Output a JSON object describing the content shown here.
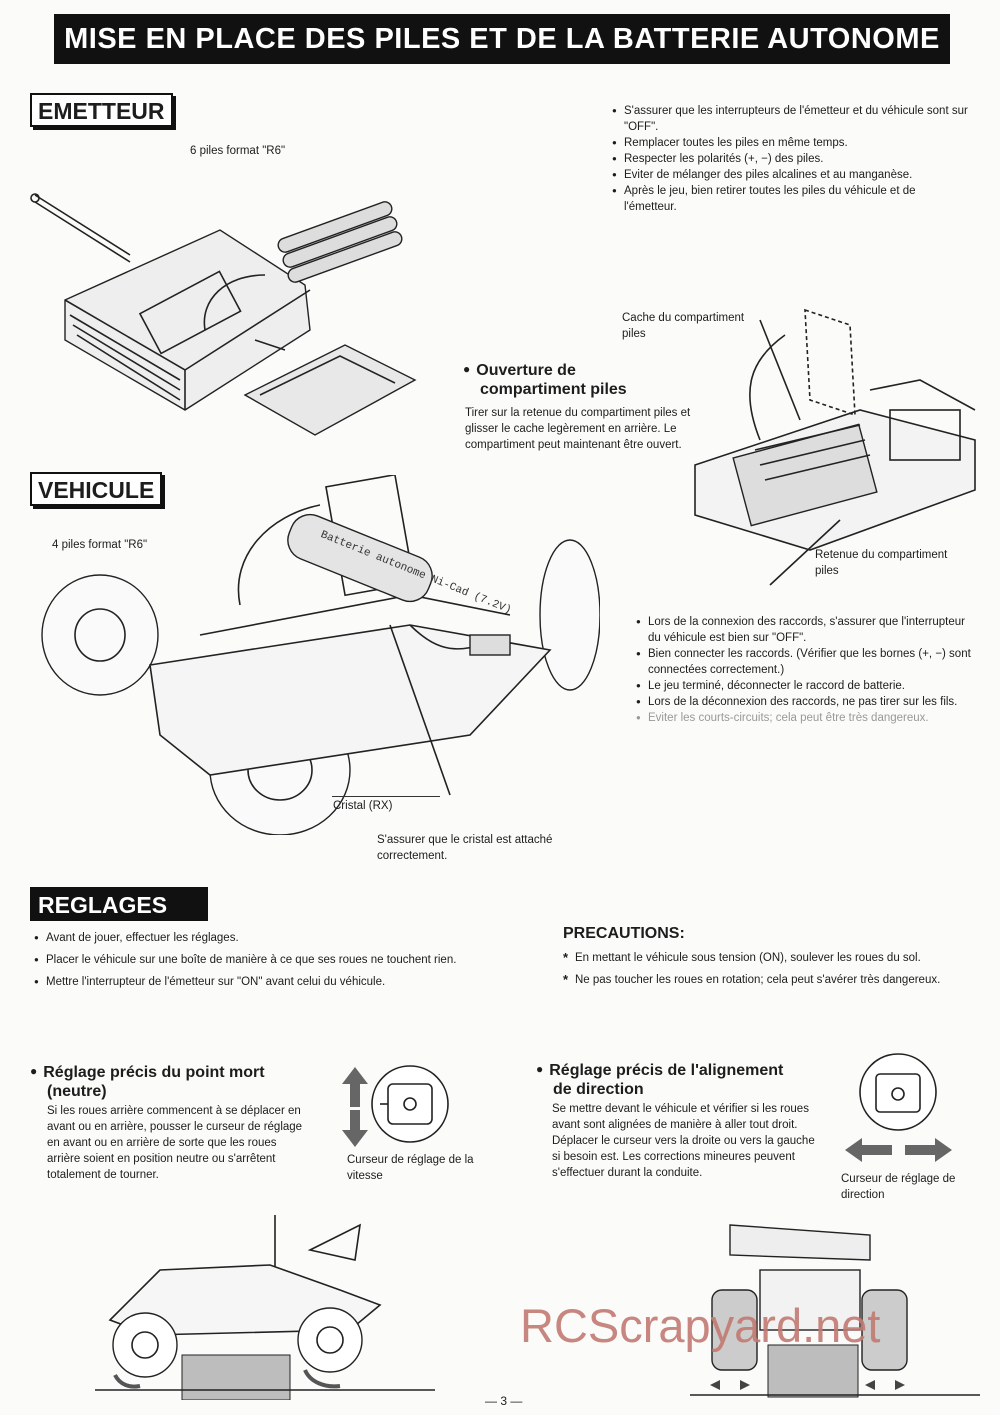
{
  "title": "MISE EN PLACE DES PILES ET DE LA BATTERIE AUTONOME",
  "emetteur": {
    "heading": "EMETTEUR",
    "caption": "6 piles format \"R6\"",
    "notes": [
      "S'assurer que les interrupteurs de l'émetteur et du véhicule sont sur \"OFF\".",
      "Remplacer toutes les piles en même temps.",
      "Respecter les polarités (+, −) des piles.",
      "Eviter de mélanger des piles alcalines et au manganèse.",
      "Après le jeu, bien retirer toutes les piles du véhicule et de l'émetteur."
    ]
  },
  "ouverture": {
    "heading_line1": "Ouverture de",
    "heading_line2": "compartiment piles",
    "text": "Tirer sur la retenue du compartiment piles et glisser le cache legèrement en arrière. Le compartiment peut maintenant être ouvert.",
    "label_cache": "Cache du compartiment piles",
    "label_retenue": "Retenue du compartiment piles"
  },
  "vehicule": {
    "heading": "VEHICULE",
    "caption": "4 piles format \"R6\"",
    "battery_label": "Batterie autonome Ni-Cad (7.2V)",
    "cristal_label": "Cristal (RX)",
    "cristal_note": "S'assurer que le cristal est attaché correctement.",
    "notes": [
      "Lors de la connexion des raccords, s'assurer que l'interrupteur du véhicule est bien sur \"OFF\".",
      "Bien connecter les raccords. (Vérifier que les bornes (+, −) sont connectées correctement.)",
      "Le jeu terminé, déconnecter le raccord de batterie.",
      "Lors de la déconnexion des raccords, ne pas tirer sur les fils."
    ],
    "faded_note": "Eviter les courts-circuits; cela peut être très dangereux."
  },
  "reglages": {
    "heading": "REGLAGES",
    "items": [
      "Avant de jouer, effectuer les réglages.",
      "Placer le véhicule sur une boîte de manière à ce que ses roues ne touchent rien.",
      "Mettre l'interrupteur de l'émetteur sur \"ON\" avant celui du véhicule."
    ],
    "precautions_title": "PRECAUTIONS:",
    "precautions": [
      "En mettant le véhicule sous tension (ON), soulever les roues du sol.",
      "Ne pas toucher les roues en rotation; cela peut s'avérer très dangereux."
    ],
    "neutre": {
      "heading_line1": "Réglage précis du point mort",
      "heading_line2": "(neutre)",
      "text": "Si les roues arrière commencent à se déplacer en avant ou en arrière, pousser le curseur de réglage en avant ou en arrière de sorte que les roues arrière soient en position neutre ou s'arrêtent totalement de tourner.",
      "label": "Curseur de réglage de la vitesse"
    },
    "alignement": {
      "heading_line1": "Réglage précis de l'alignement",
      "heading_line2": "de direction",
      "text": "Se mettre devant le véhicule et vérifier si les roues avant sont alignées de manière à aller tout droit. Déplacer le curseur vers la droite ou vers la gauche si besoin est. Les corrections mineures peuvent s'effectuer durant la conduite.",
      "label": "Curseur de réglage de direction"
    }
  },
  "watermark": "RCScrapyard.net",
  "page_number": "— 3 —"
}
